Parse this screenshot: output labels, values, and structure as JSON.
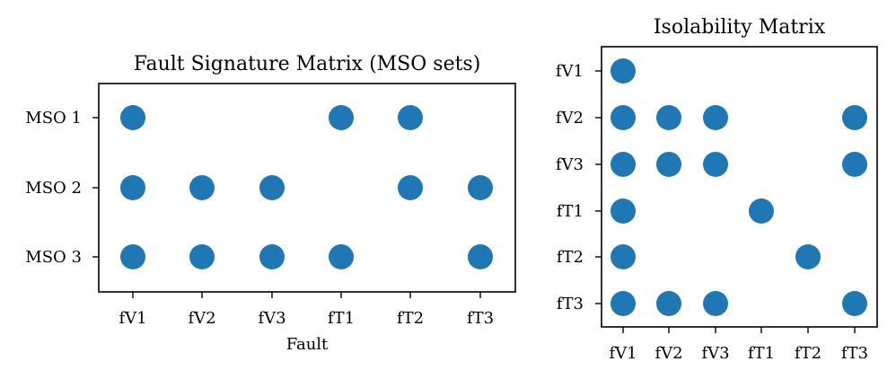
{
  "chart_data": [
    {
      "type": "scatter",
      "title": "Fault Signature Matrix (MSO sets)",
      "xlabel": "Fault",
      "ylabel": "",
      "x_categories": [
        "fV1",
        "fV2",
        "fV3",
        "fT1",
        "fT2",
        "fT3"
      ],
      "y_categories": [
        "MSO 1",
        "MSO 2",
        "MSO 3"
      ],
      "points": [
        {
          "x": "fV1",
          "y": "MSO 1"
        },
        {
          "x": "fT1",
          "y": "MSO 1"
        },
        {
          "x": "fT2",
          "y": "MSO 1"
        },
        {
          "x": "fV1",
          "y": "MSO 2"
        },
        {
          "x": "fV2",
          "y": "MSO 2"
        },
        {
          "x": "fV3",
          "y": "MSO 2"
        },
        {
          "x": "fT2",
          "y": "MSO 2"
        },
        {
          "x": "fT3",
          "y": "MSO 2"
        },
        {
          "x": "fV1",
          "y": "MSO 3"
        },
        {
          "x": "fV2",
          "y": "MSO 3"
        },
        {
          "x": "fV3",
          "y": "MSO 3"
        },
        {
          "x": "fT1",
          "y": "MSO 3"
        },
        {
          "x": "fT3",
          "y": "MSO 3"
        }
      ],
      "marker_color": "#1f77b4",
      "grid": false
    },
    {
      "type": "scatter",
      "title": "Isolability Matrix",
      "xlabel": "",
      "ylabel": "",
      "x_categories": [
        "fV1",
        "fV2",
        "fV3",
        "fT1",
        "fT2",
        "fT3"
      ],
      "y_categories": [
        "fV1",
        "fV2",
        "fV3",
        "fT1",
        "fT2",
        "fT3"
      ],
      "points": [
        {
          "x": "fV1",
          "y": "fV1"
        },
        {
          "x": "fV1",
          "y": "fV2"
        },
        {
          "x": "fV2",
          "y": "fV2"
        },
        {
          "x": "fV3",
          "y": "fV2"
        },
        {
          "x": "fT3",
          "y": "fV2"
        },
        {
          "x": "fV1",
          "y": "fV3"
        },
        {
          "x": "fV2",
          "y": "fV3"
        },
        {
          "x": "fV3",
          "y": "fV3"
        },
        {
          "x": "fT3",
          "y": "fV3"
        },
        {
          "x": "fV1",
          "y": "fT1"
        },
        {
          "x": "fT1",
          "y": "fT1"
        },
        {
          "x": "fV1",
          "y": "fT2"
        },
        {
          "x": "fT2",
          "y": "fT2"
        },
        {
          "x": "fV1",
          "y": "fT3"
        },
        {
          "x": "fV2",
          "y": "fT3"
        },
        {
          "x": "fV3",
          "y": "fT3"
        },
        {
          "x": "fT3",
          "y": "fT3"
        }
      ],
      "marker_color": "#1f77b4",
      "grid": false
    }
  ]
}
